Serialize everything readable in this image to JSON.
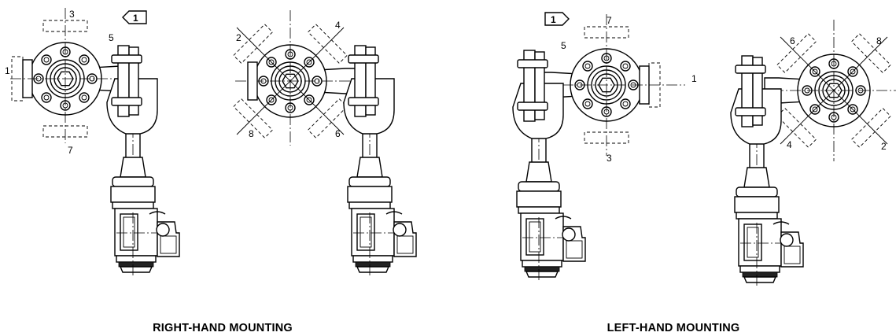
{
  "captions": {
    "right": "RIGHT-HAND MOUNTING",
    "left": "LEFT-HAND MOUNTING"
  },
  "note_flag": "1",
  "positions": {
    "view1": [
      "1",
      "3",
      "5",
      "7"
    ],
    "view2": [
      "2",
      "4",
      "6",
      "8"
    ],
    "view3": [
      "1",
      "3",
      "5",
      "7"
    ],
    "view4": [
      "2",
      "4",
      "6",
      "8"
    ]
  }
}
